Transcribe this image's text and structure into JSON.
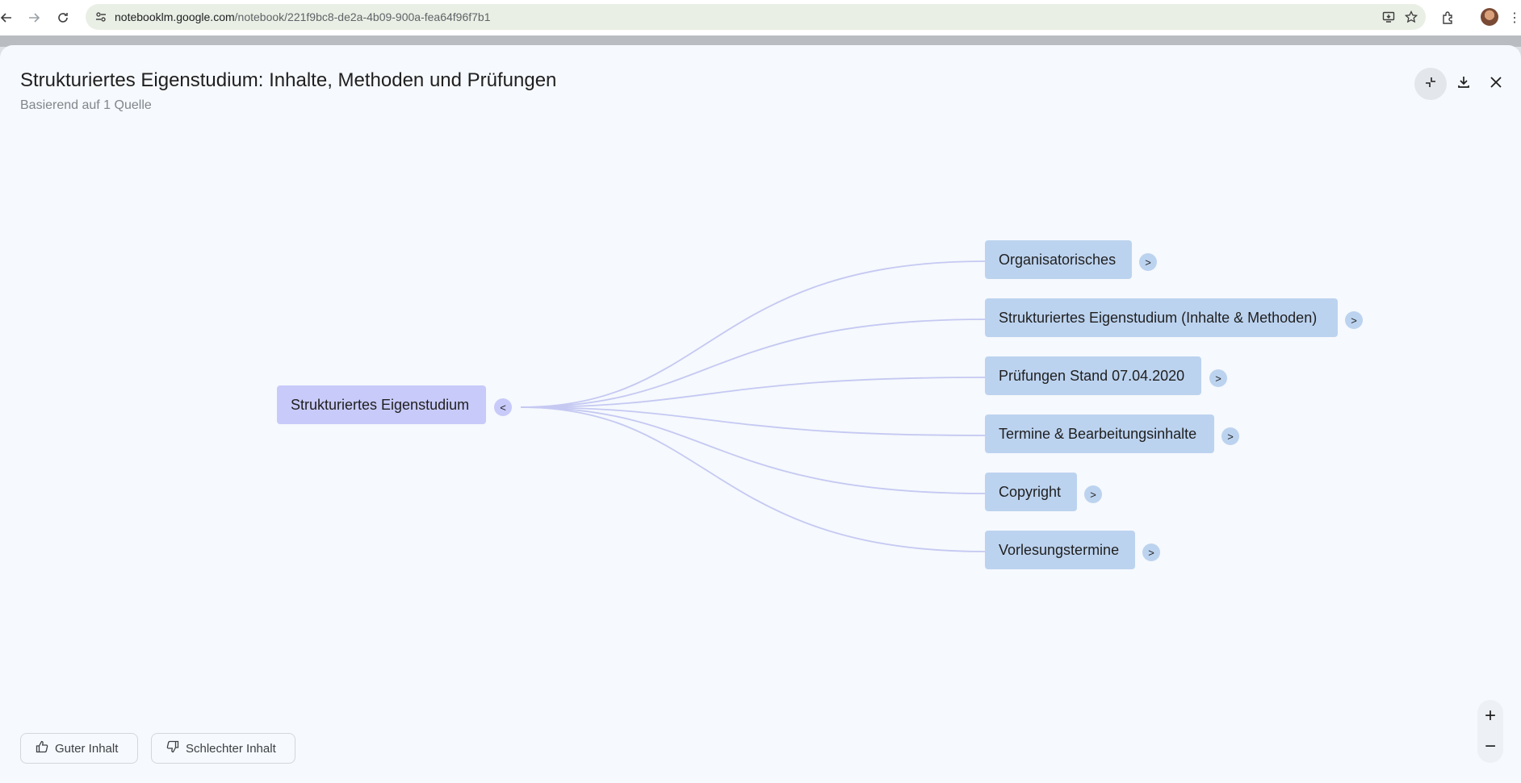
{
  "browser": {
    "url_host": "notebooklm.google.com",
    "url_path": "/notebook/221f9bc8-de2a-4b09-900a-fea64f96f7b1"
  },
  "dialog": {
    "title": "Strukturiertes Eigenstudium: Inhalte, Methoden und Prüfungen",
    "subtitle": "Basierend auf 1 Quelle"
  },
  "mindmap": {
    "root": {
      "label": "Strukturiertes Eigenstudium",
      "toggle": "<"
    },
    "children": [
      {
        "label": "Organisatorisches",
        "toggle": ">"
      },
      {
        "label": "Strukturiertes Eigenstudium (Inhalte & Methoden)",
        "toggle": ">"
      },
      {
        "label": "Prüfungen Stand 07.04.2020",
        "toggle": ">"
      },
      {
        "label": "Termine & Bearbeitungsinhalte",
        "toggle": ">"
      },
      {
        "label": "Copyright",
        "toggle": ">"
      },
      {
        "label": "Vorlesungstermine",
        "toggle": ">"
      }
    ]
  },
  "feedback": {
    "good": "Guter Inhalt",
    "bad": "Schlechter Inhalt"
  },
  "zoom": {
    "in": "+",
    "out": "−"
  },
  "colors": {
    "root_node": "#c8caf9",
    "child_node": "#bcd3ef",
    "connector": "#c5c9f2",
    "dialog_bg": "#f6f9fd"
  },
  "icons": [
    "back-icon",
    "forward-icon",
    "reload-icon",
    "site-settings-icon",
    "install-icon",
    "star-icon",
    "extensions-icon",
    "collapse-icon",
    "download-icon",
    "close-icon",
    "thumbs-up-icon",
    "thumbs-down-icon",
    "zoom-in-icon",
    "zoom-out-icon"
  ]
}
